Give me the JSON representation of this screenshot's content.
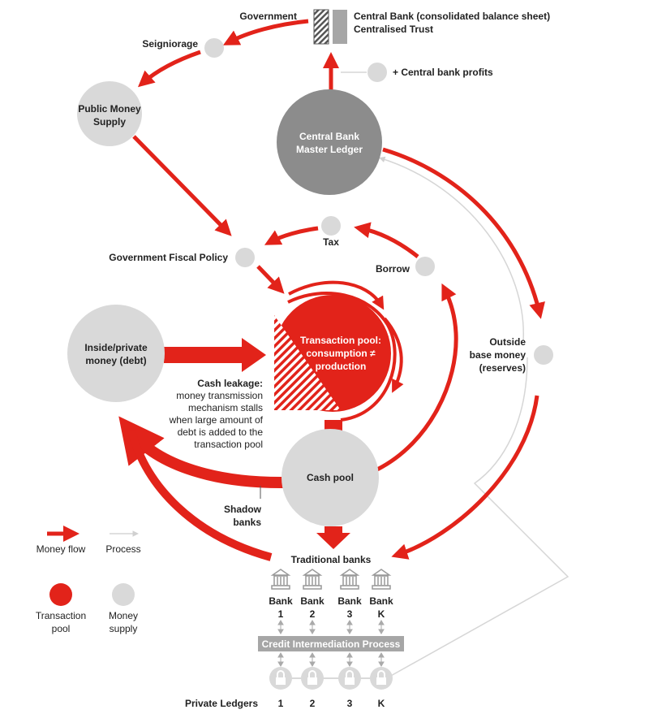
{
  "labels": {
    "government": "Government",
    "central_bank_sheet": "Central Bank (consolidated balance sheet)",
    "centralised_trust": "Centralised Trust",
    "seigniorage": "Seigniorage",
    "central_bank_profits": "+ Central bank profits",
    "public_money_1": "Public Money",
    "public_money_2": "Supply",
    "cb_ledger_1": "Central Bank",
    "cb_ledger_2": "Master Ledger",
    "tax": "Tax",
    "borrow": "Borrow",
    "fiscal_policy": "Government Fiscal Policy",
    "inside_money_1": "Inside/private",
    "inside_money_2": "money (debt)",
    "transaction_pool_1": "Transaction pool:",
    "transaction_pool_2": "consumption ≠",
    "transaction_pool_3": "production",
    "outside_base_1": "Outside",
    "outside_base_2": "base money",
    "outside_base_3": "(reserves)",
    "cash_leakage_title": "Cash leakage:",
    "cash_leakage_lines": [
      "money transmission",
      "mechanism stalls",
      "when large amount of",
      "debt is added to the",
      "transaction pool"
    ],
    "cash_pool": "Cash pool",
    "shadow_banks_1": "Shadow",
    "shadow_banks_2": "banks",
    "traditional_banks": "Traditional banks",
    "credit_intermediation": "Credit Intermediation Process",
    "private_ledgers": "Private Ledgers"
  },
  "banks": [
    {
      "name": "Bank",
      "id": "1"
    },
    {
      "name": "Bank",
      "id": "2"
    },
    {
      "name": "Bank",
      "id": "3"
    },
    {
      "name": "Bank",
      "id": "K"
    }
  ],
  "ledgers": [
    "1",
    "2",
    "3",
    "K"
  ],
  "legend": {
    "money_flow": "Money flow",
    "process": "Process",
    "transaction_pool_1": "Transaction",
    "transaction_pool_2": "pool",
    "money_supply_1": "Money",
    "money_supply_2": "supply"
  },
  "colors": {
    "red": "#e2231a",
    "grey_light": "#d9d9d9",
    "grey_dark": "#8c8c8c",
    "grey_bar": "#a6a6a6"
  }
}
